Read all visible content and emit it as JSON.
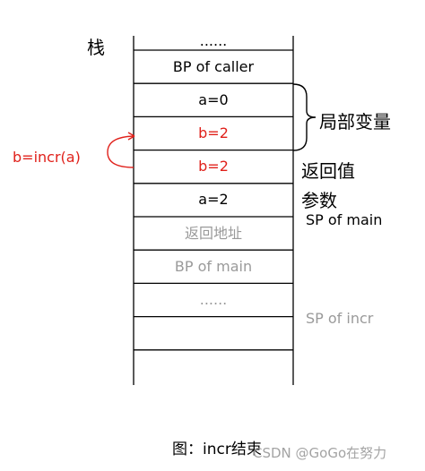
{
  "title": "栈",
  "stack_cells": [
    {
      "text": "......",
      "color": "#000000"
    },
    {
      "text": "BP of caller",
      "color": "#000000"
    },
    {
      "text": "a=0",
      "color": "#000000"
    },
    {
      "text": "b=2",
      "color": "#e0211b"
    },
    {
      "text": "b=2",
      "color": "#e0211b"
    },
    {
      "text": "a=2",
      "color": "#000000"
    },
    {
      "text": "返回地址",
      "color": "#9a9a9a"
    },
    {
      "text": "BP of main",
      "color": "#9a9a9a"
    },
    {
      "text": "......",
      "color": "#9a9a9a"
    },
    {
      "text": "",
      "color": "#000000"
    }
  ],
  "labels": {
    "local_vars": "局部变量",
    "return_value": "返回值",
    "params": "参数",
    "sp_main": "SP of main",
    "sp_incr": "SP of incr",
    "call_expr": "b=incr(a)"
  },
  "caption": "图：incr结束",
  "watermark": "CSDN @GoGo在努力",
  "colors": {
    "red": "#e0211b",
    "gray": "#9a9a9a",
    "black": "#000000"
  }
}
